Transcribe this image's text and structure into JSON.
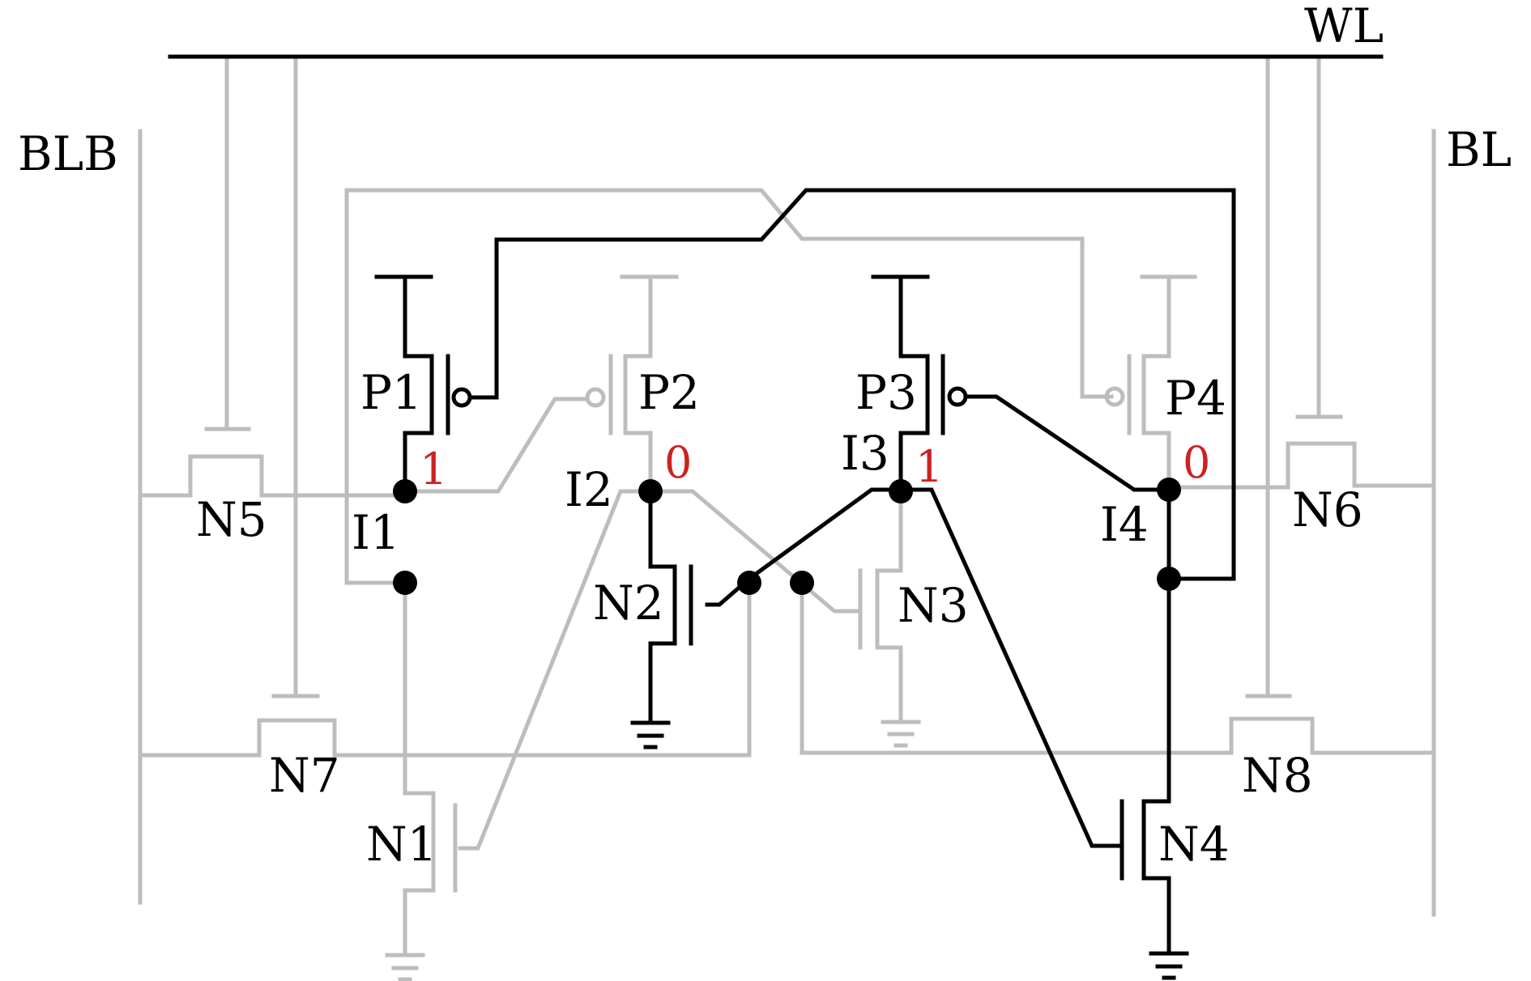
{
  "colors": {
    "active": "#000000",
    "inactive": "#bdbdbd",
    "logic_value": "#cc2222"
  },
  "lines": {
    "word_line": "WL",
    "bit_line": "BL",
    "bit_line_bar": "BLB"
  },
  "transistors": {
    "P1": "P1",
    "P2": "P2",
    "P3": "P3",
    "P4": "P4",
    "N1": "N1",
    "N2": "N2",
    "N3": "N3",
    "N4": "N4",
    "N5": "N5",
    "N6": "N6",
    "N7": "N7",
    "N8": "N8"
  },
  "nodes": {
    "I1": "I1",
    "I2": "I2",
    "I3": "I3",
    "I4": "I4"
  },
  "node_values": {
    "I1": "1",
    "I2": "0",
    "I3": "1",
    "I4": "0"
  }
}
